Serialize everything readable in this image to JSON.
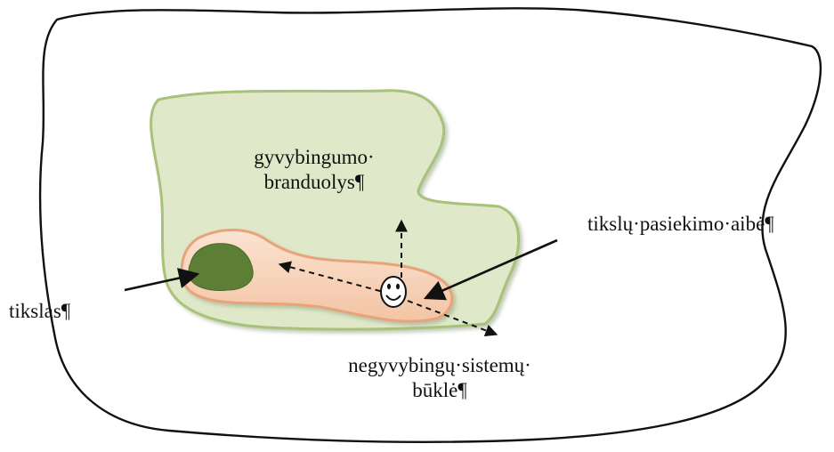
{
  "labels": {
    "core_line1": "gyvybingumo·",
    "core_line2": "branduolys¶",
    "goal_set": "tikslų·pasiekimo·aibė¶",
    "goal": "tikslas¶",
    "dead_line1": "negyvybingų·sistemų·",
    "dead_line2": "būklė¶"
  },
  "colors": {
    "outline": "#111111",
    "core_fill": "#dfe8c8",
    "core_stroke": "#a9c27a",
    "band_fill": "#f6d2b8",
    "band_stroke": "#e7a47a",
    "goal_fill": "#5d7e35",
    "arrow": "#111111"
  },
  "icons": {
    "agent": "smiley-icon"
  }
}
